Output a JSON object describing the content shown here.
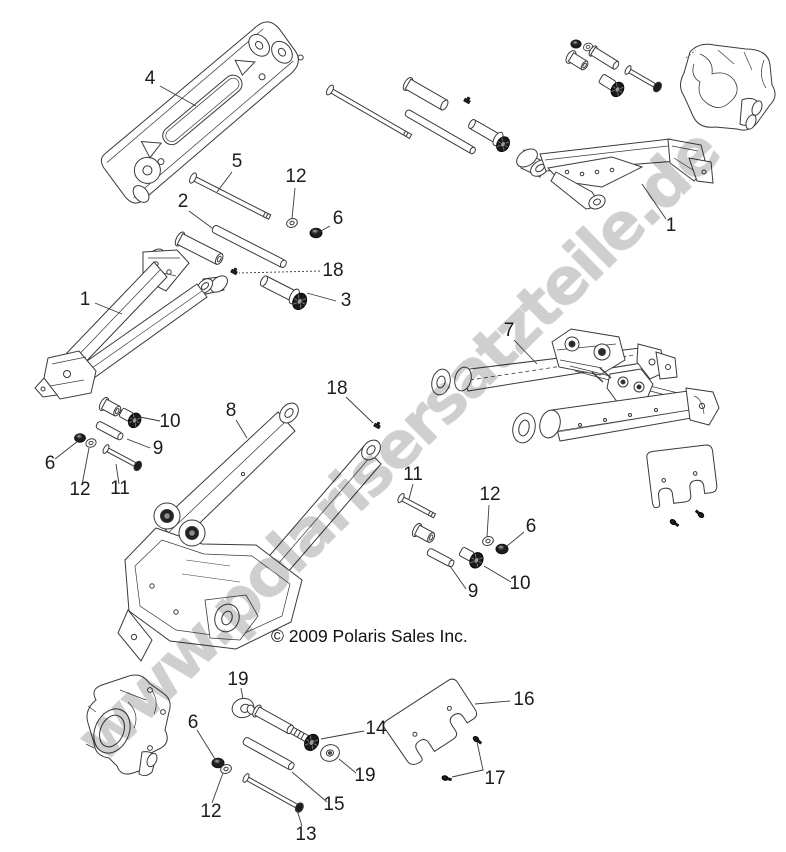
{
  "watermark": {
    "text": "www.polarisersatzteile.de"
  },
  "copyright": {
    "text": "© 2009 Polaris Sales Inc."
  },
  "callouts": [
    {
      "label": "4"
    },
    {
      "label": "5"
    },
    {
      "label": "2"
    },
    {
      "label": "12"
    },
    {
      "label": "6"
    },
    {
      "label": "18"
    },
    {
      "label": "3"
    },
    {
      "label": "1"
    },
    {
      "label": "1"
    },
    {
      "label": "7"
    },
    {
      "label": "8"
    },
    {
      "label": "18"
    },
    {
      "label": "10"
    },
    {
      "label": "9"
    },
    {
      "label": "6"
    },
    {
      "label": "12"
    },
    {
      "label": "11"
    },
    {
      "label": "11"
    },
    {
      "label": "12"
    },
    {
      "label": "6"
    },
    {
      "label": "10"
    },
    {
      "label": "9"
    },
    {
      "label": "19"
    },
    {
      "label": "14"
    },
    {
      "label": "19"
    },
    {
      "label": "15"
    },
    {
      "label": "13"
    },
    {
      "label": "6"
    },
    {
      "label": "12"
    },
    {
      "label": "16"
    },
    {
      "label": "17"
    }
  ]
}
